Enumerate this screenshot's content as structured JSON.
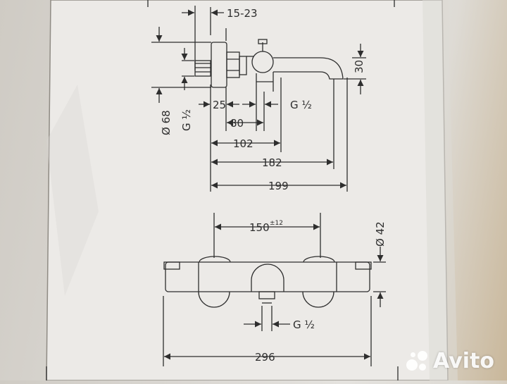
{
  "dimensions": {
    "top_flow": "15-23",
    "right_height": "30",
    "diameter_left": "Ø 68",
    "thread_left": "G ½",
    "dim_25": "25",
    "thread_right": "G ½",
    "dim_80": "80",
    "dim_102": "102",
    "dim_182": "182",
    "dim_199": "199",
    "centers": "150",
    "centers_tol": "±12",
    "diameter_right": "Ø 42",
    "thread_bottom": "G ½",
    "overall_width": "296"
  },
  "watermark": {
    "brand": "Avito"
  },
  "colors": {
    "box": "#ecebe8",
    "line": "#2e2e2e"
  }
}
